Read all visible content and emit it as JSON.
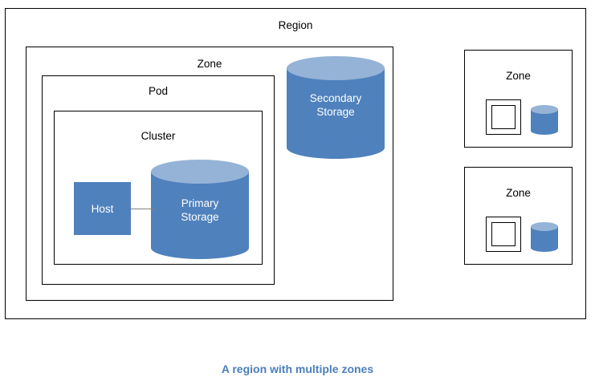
{
  "diagram": {
    "caption": "A region with multiple zones",
    "caption_color": "#4a7ebb",
    "background": "#ffffff",
    "border_color": "#000000",
    "containers": {
      "region": {
        "label": "Region"
      },
      "zone": {
        "label": "Zone"
      },
      "pod": {
        "label": "Pod"
      },
      "cluster": {
        "label": "Cluster"
      }
    },
    "nodes": {
      "secondary_storage": {
        "label_line1": "Secondary",
        "label_line2": "Storage",
        "shape": "cylinder",
        "body_color": "#4f81bd",
        "top_color": "#95b3d7",
        "text_color": "#ffffff"
      },
      "primary_storage": {
        "label_line1": "Primary",
        "label_line2": "Storage",
        "shape": "cylinder",
        "body_color": "#4f81bd",
        "top_color": "#95b3d7",
        "text_color": "#ffffff"
      },
      "host": {
        "label": "Host",
        "shape": "rectangle",
        "fill_color": "#4f81bd",
        "text_color": "#ffffff"
      },
      "connector": {
        "from": "host",
        "to": "primary_storage",
        "color": "#7f7f7f"
      }
    },
    "mini_zones": [
      {
        "label": "Zone"
      },
      {
        "label": "Zone"
      }
    ]
  }
}
